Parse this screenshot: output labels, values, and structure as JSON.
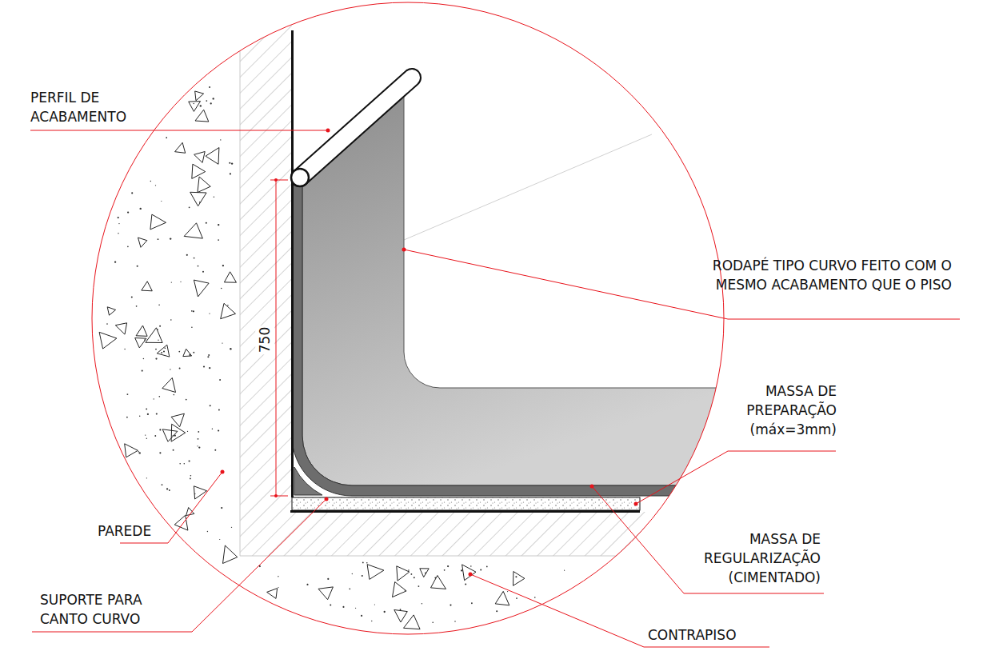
{
  "diagram": {
    "labels": [
      "PERFIL DE ACABAMENTO",
      "RODAPÉ TIPO CURVO FEITO COM O MESMO ACABAMENTO QUE O PISO",
      "750",
      "MASSA DE PREPARAÇÃO (máx=3mm)",
      "PAREDE",
      "MASSA DE REGULARIZAÇÃO (CIMENTADO)",
      "SUPORTE PARA CANTO CURVO",
      "CONTRAPISO"
    ]
  }
}
